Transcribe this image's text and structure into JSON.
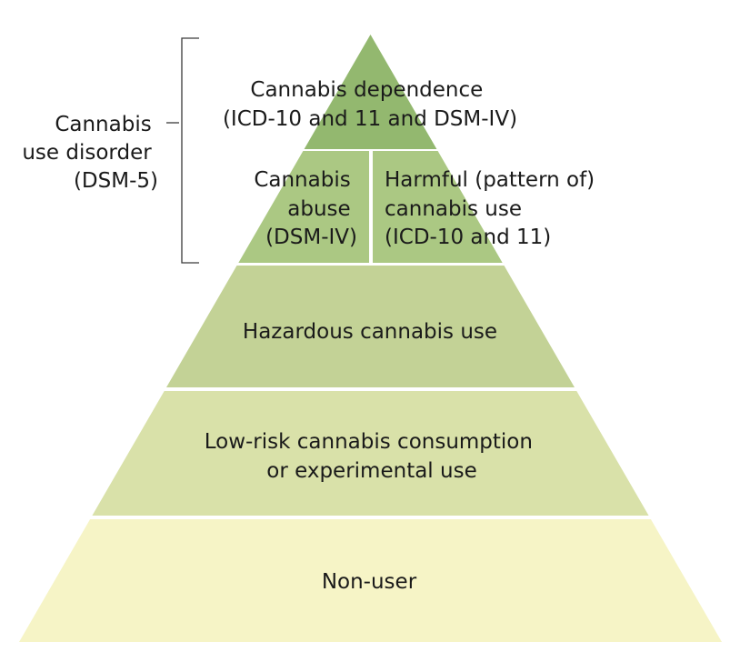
{
  "figure": {
    "type": "pyramid",
    "title": "",
    "colors": {
      "tier1": "#93b86f",
      "tier2": "#abc883",
      "tier3": "#c3d296",
      "tier4": "#d9e1a9",
      "tier5": "#f6f4c6",
      "text": "#1a1a1a",
      "bracket": "#3a3a3a",
      "separator": "#ffffff"
    }
  },
  "bracket_label": {
    "lines": [
      "Cannabis",
      "use disorder",
      "(DSM-5)"
    ]
  },
  "tiers": [
    {
      "id": "dependence",
      "lines": [
        "Cannabis dependence",
        "(ICD-10 and 11 and DSM-IV)"
      ]
    },
    {
      "id": "abuse-harmful",
      "left": {
        "id": "abuse",
        "lines": [
          "Cannabis",
          "abuse",
          "(DSM-IV)"
        ]
      },
      "right": {
        "id": "harmful",
        "lines": [
          "Harmful (pattern of)",
          "cannabis use",
          "(ICD-10 and 11)"
        ]
      }
    },
    {
      "id": "hazardous",
      "lines": [
        "Hazardous cannabis use"
      ]
    },
    {
      "id": "low-risk",
      "lines": [
        "Low-risk cannabis consumption",
        "or experimental use"
      ]
    },
    {
      "id": "non-user",
      "lines": [
        "Non-user"
      ]
    }
  ]
}
